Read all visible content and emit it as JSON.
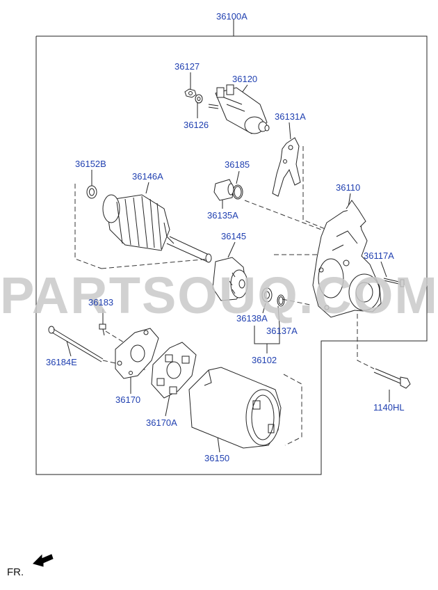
{
  "labels": {
    "assembly": "36100A",
    "p36127": "36127",
    "p36120": "36120",
    "p36126": "36126",
    "p36131A": "36131A",
    "p36152B": "36152B",
    "p36146A": "36146A",
    "p36185": "36185",
    "p36135A": "36135A",
    "p36110": "36110",
    "p36145": "36145",
    "p36117A": "36117A",
    "p36183": "36183",
    "p36138A": "36138A",
    "p36137A": "36137A",
    "p36102": "36102",
    "p36184E": "36184E",
    "p1140HL": "1140HL",
    "p36170": "36170",
    "p36170A": "36170A",
    "p36150": "36150"
  },
  "watermark": "PARTSOUQ.COM",
  "front_indicator": "FR.",
  "colors": {
    "label": "#1f3fb0",
    "line": "#222222",
    "watermark": "#c9c9c9"
  }
}
